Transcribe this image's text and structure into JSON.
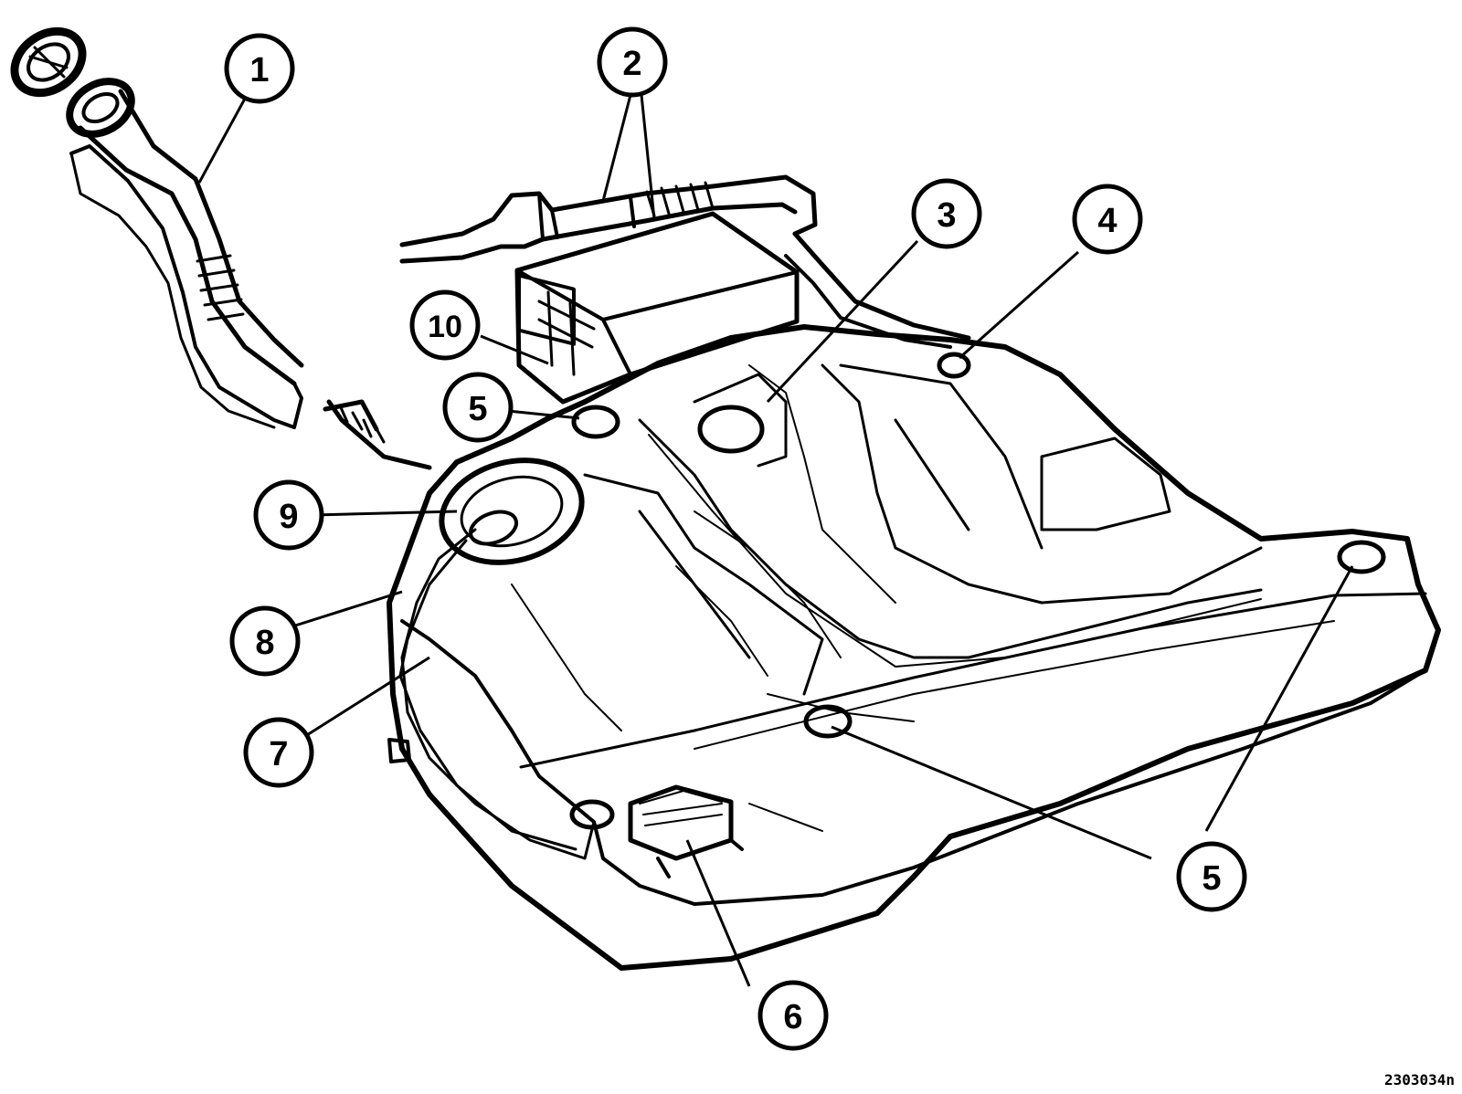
{
  "diagram": {
    "reference_code": "2303034n",
    "callouts": [
      {
        "id": "c1",
        "label": "1"
      },
      {
        "id": "c2",
        "label": "2"
      },
      {
        "id": "c3",
        "label": "3"
      },
      {
        "id": "c4",
        "label": "4"
      },
      {
        "id": "c5a",
        "label": "5"
      },
      {
        "id": "c5b",
        "label": "5"
      },
      {
        "id": "c6",
        "label": "6"
      },
      {
        "id": "c7",
        "label": "7"
      },
      {
        "id": "c8",
        "label": "8"
      },
      {
        "id": "c9",
        "label": "9"
      },
      {
        "id": "c10",
        "label": "10"
      }
    ],
    "colors": {
      "line": "#000000",
      "background": "#ffffff"
    }
  }
}
